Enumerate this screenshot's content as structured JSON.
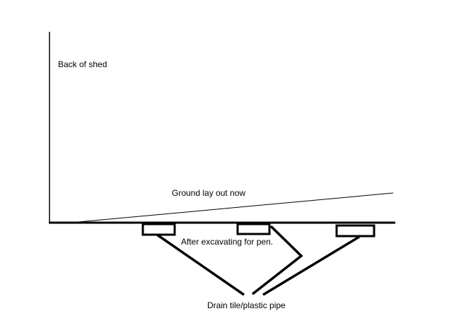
{
  "labels": {
    "back_of_shed": "Back of shed",
    "ground_now": "Ground lay out now",
    "after_excavating": "After excavating for pen.",
    "drain_tile": "Drain tile/plastic pipe"
  },
  "colors": {
    "ink": "#000000",
    "background": "#ffffff"
  }
}
